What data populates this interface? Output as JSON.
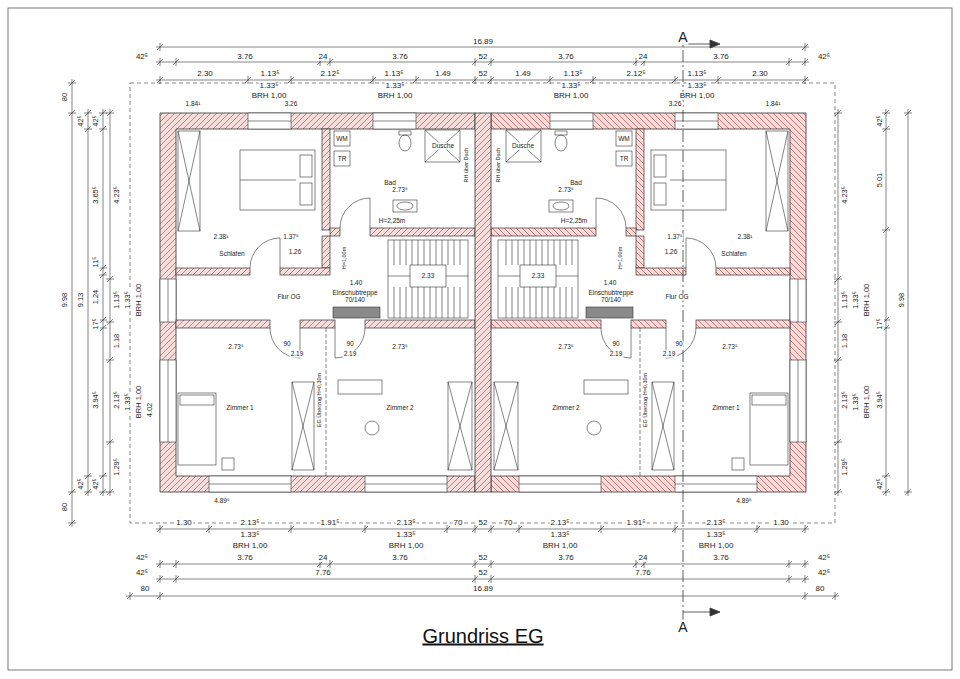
{
  "diagram": {
    "title": "Grundriss EG",
    "labels": [
      "16.89",
      "42⁵",
      "3.76",
      "24",
      "3.76",
      "52",
      "3.76",
      "24",
      "3.76",
      "42⁵",
      "2.30",
      "1.13⁵",
      "2.12⁵",
      "1.13⁵",
      "1.49",
      "52",
      "1.49",
      "1.13⁵",
      "2.12⁵",
      "1.13⁵",
      "2.30",
      "1.33⁵",
      "1.33⁵",
      "1.33⁵",
      "1.33⁵",
      "BRH 1,00",
      "BRH 1,00",
      "BRH 1,00",
      "BRH 1,00",
      "1.30",
      "2.13⁵",
      "1.91⁵",
      "2.13⁵",
      "70",
      "52",
      "70",
      "2.13⁵",
      "1.91⁵",
      "2.13⁵",
      "1.30",
      "1.33⁵",
      "1.33⁵",
      "1.33⁵",
      "1.33⁵",
      "BRH 1,00",
      "BRH 1,00",
      "BRH 1,00",
      "BRH 1,00",
      "42⁵",
      "3.76",
      "24",
      "3.76",
      "52",
      "3.76",
      "24",
      "3.76",
      "42⁵",
      "42⁵",
      "7.76",
      "52",
      "7.76",
      "42⁵",
      "80",
      "16.89",
      "80",
      "1.84¹",
      "3.26",
      "3.26",
      "1.84¹",
      "4.89⁵",
      "4.89⁵",
      "80",
      "9.98",
      "80",
      "42⁵",
      "9.13",
      "42⁵",
      "42⁵",
      "3.65⁵",
      "11⁵",
      "1.24",
      "17⁵",
      "3.94⁵",
      "42⁵",
      "4.23⁵",
      "1.13⁵",
      "1.18",
      "2.13⁵",
      "1.29⁵",
      "1.33⁵",
      "BRH 1,00",
      "1.33⁵",
      "BRH 1,00",
      "4.02",
      "4.23⁵",
      "1.13⁵",
      "1.18",
      "2.13⁵",
      "1.29⁵",
      "1.33⁵",
      "BRH 1,00",
      "1.33⁵",
      "BRH 1,00",
      "42⁵",
      "5.01",
      "17⁵",
      "3.94⁵",
      "42⁵",
      "9.98",
      "Schlafen",
      "Schlafen",
      "Bad",
      "Bad",
      "Flur OG",
      "Flur OG",
      "Einschubtreppe 70/140",
      "Einschubtreppe 70/140",
      "Zimmer 1",
      "Zimmer 1",
      "Zimmer 2",
      "Zimmer 2",
      "Dusche",
      "Dusche",
      "WM",
      "WM",
      "TR",
      "TR",
      "2.38¹",
      "2.38¹",
      "1.37⁵",
      "1.37⁵",
      "1.26",
      "1.26",
      "2.73⁵",
      "2.73⁵",
      "H=2,25m",
      "H=2,25m",
      "1.40",
      "1.40",
      "2.33",
      "2.33",
      "2.73⁵",
      "2.73⁵",
      "2.73⁵",
      "2.73⁵",
      "2.19",
      "2.19",
      "2.19",
      "2.19",
      "90",
      "90",
      "90",
      "90",
      "EG Überzug H=0,30m",
      "EG Überzug H=0,30m",
      "RH über Dach",
      "RH über Dach",
      "H=1,00m",
      "H=1,00m",
      "A",
      "A"
    ]
  }
}
